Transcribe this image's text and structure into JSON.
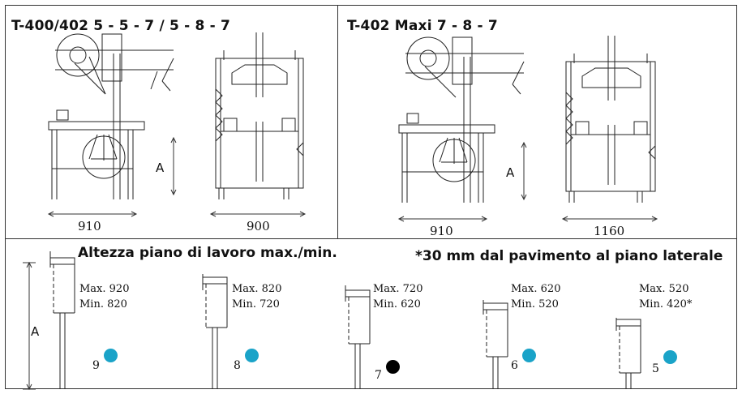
{
  "top_left": {
    "title": "T-400/402  5 - 5 - 7 / 5 - 8 - 7",
    "dim_left": "910",
    "dim_right": "900",
    "height_label": "A"
  },
  "top_right": {
    "title": "T-402 Maxi 7 - 8 - 7",
    "dim_left": "910",
    "dim_right": "1160",
    "height_label": "A"
  },
  "bottom": {
    "heading_work": "Altezza piano di lavoro max./min.",
    "heading_floor": "*30 mm dal pavimento al piano laterale",
    "height_label": "A",
    "columns": [
      {
        "max": "Max. 920",
        "min": "Min. 820",
        "number": "9",
        "dot_color": "#1aa3c8"
      },
      {
        "max": "Max. 820",
        "min": "Min. 720",
        "number": "8",
        "dot_color": "#1aa3c8"
      },
      {
        "max": "Max. 720",
        "min": "Min. 620",
        "number": "7",
        "dot_color": "#000000"
      },
      {
        "max": "Max. 620",
        "min": "Min. 520",
        "number": "6",
        "dot_color": "#1aa3c8"
      },
      {
        "max": "Max. 520",
        "min": "Min. 420*",
        "number": "5",
        "dot_color": "#1aa3c8"
      }
    ]
  }
}
